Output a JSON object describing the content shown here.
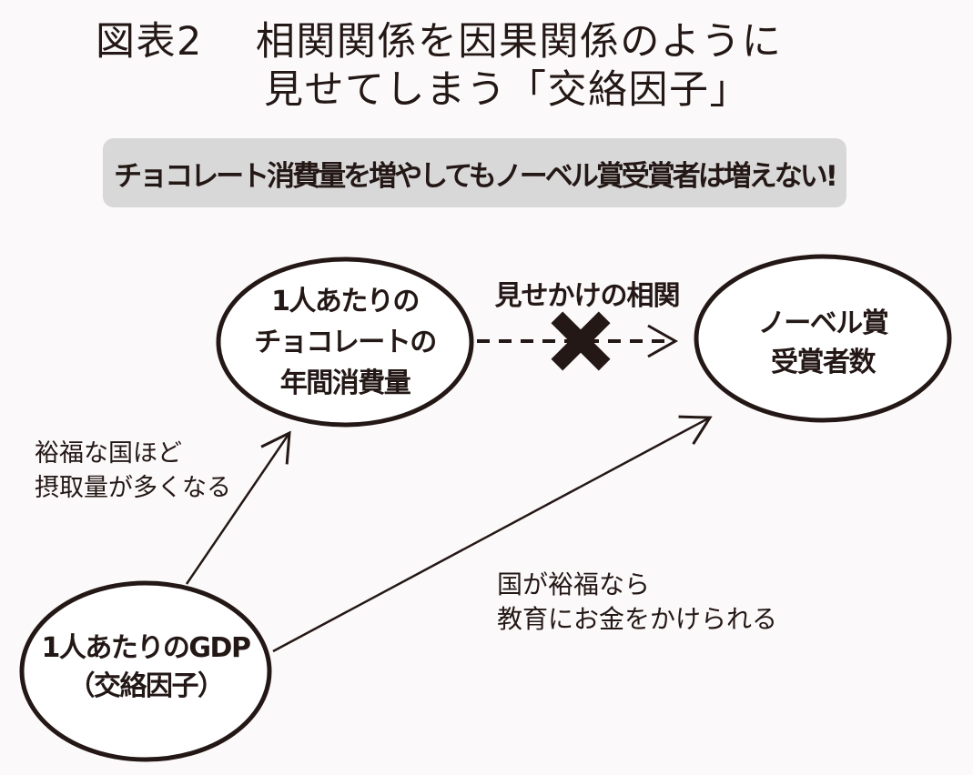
{
  "figure": {
    "label": "図表2",
    "title_line1": "相関関係を因果関係のように",
    "title_line2": "見せてしまう「交絡因子」"
  },
  "banner": {
    "text": "チョコレート消費量を増やしてもノーベル賞受賞者は増えない!"
  },
  "nodes": {
    "chocolate": {
      "lines": [
        "1人あたりの",
        "チョコレートの",
        "年間消費量"
      ]
    },
    "nobel": {
      "lines": [
        "ノーベル賞",
        "受賞者数"
      ]
    },
    "gdp": {
      "lines": [
        "1人あたりのGDP",
        "（交絡因子）"
      ]
    }
  },
  "edges": {
    "spurious": {
      "label": "見せかけの相関",
      "style": "dashed",
      "icon_name": "x-cross"
    },
    "gdp_to_chocolate": {
      "lines": [
        "裕福な国ほど",
        "摂取量が多くなる"
      ]
    },
    "gdp_to_nobel": {
      "lines": [
        "国が裕福なら",
        "教育にお金をかけられる"
      ]
    }
  },
  "colors": {
    "ink": "#231815",
    "banner_bg": "#d9d8d8",
    "page_bg": "#fcf9fa",
    "node_fill": "#ffffff"
  }
}
